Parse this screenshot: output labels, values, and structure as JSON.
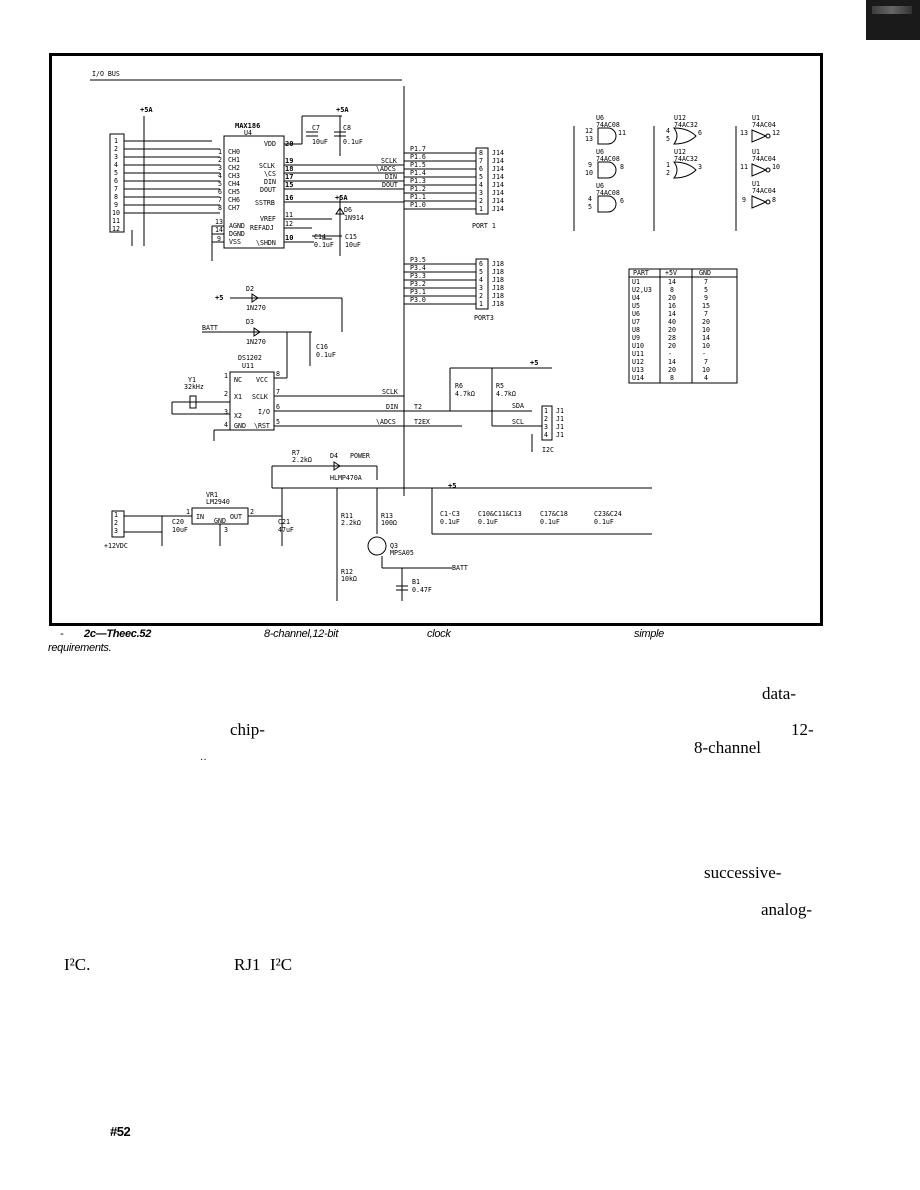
{
  "caption": {
    "label": "2c—Theec.52",
    "dash": "-",
    "parts": [
      "8-channel,12-bit",
      "clock",
      "simple"
    ],
    "line2": "requirements."
  },
  "body_fragments": [
    {
      "text": "data-"
    },
    {
      "text": "chip-"
    },
    {
      "text": "12-"
    },
    {
      "text": "8-channel"
    },
    {
      "text": "successive-"
    },
    {
      "text": "analog-"
    },
    {
      "text": "I²C."
    },
    {
      "text": "RJ1"
    },
    {
      "text": "I²C"
    }
  ],
  "page_number": "#52",
  "schematic": {
    "bus_title": "I/O BUS",
    "power_label": "+5A",
    "ja_pins": [
      "1",
      "2",
      "3",
      "4",
      "5",
      "6",
      "7",
      "8",
      "9",
      "10",
      "11",
      "12"
    ],
    "adc": {
      "name": "MAX186",
      "ref": "U4",
      "channels": [
        "CH0",
        "CH1",
        "CH2",
        "CH3",
        "CH4",
        "CH5",
        "CH6",
        "CH7"
      ],
      "channel_pins": [
        "1",
        "2",
        "3",
        "4",
        "5",
        "6",
        "7",
        "8"
      ],
      "right_pins": [
        {
          "num": "20",
          "name": "VDD"
        },
        {
          "num": "19",
          "name": "SCLK"
        },
        {
          "num": "18",
          "name": "\\CS"
        },
        {
          "num": "17",
          "name": "DIN"
        },
        {
          "num": "15",
          "name": "DOUT"
        },
        {
          "num": "16",
          "name": "SSTRB"
        },
        {
          "num": "11",
          "name": "VREF"
        },
        {
          "num": "12",
          "name": "REFADJ"
        },
        {
          "num": "10",
          "name": "\\SHDN"
        }
      ],
      "left_bottom": [
        {
          "num": "13",
          "name": "AGND"
        },
        {
          "num": "14",
          "name": "DGND"
        },
        {
          "num": "9",
          "name": "VSS"
        }
      ]
    },
    "caps_top": [
      {
        "ref": "C7",
        "val": "10uF"
      },
      {
        "ref": "C8",
        "val": "0.1uF"
      }
    ],
    "caps_mid": [
      {
        "ref": "C14",
        "val": "0.1uF"
      },
      {
        "ref": "C15",
        "val": "10uF"
      }
    ],
    "diode_d6": {
      "ref": "D6",
      "part": "1N914"
    },
    "port1_signals": [
      "SCLK",
      "\\ADCS",
      "DIN",
      "DOUT"
    ],
    "port1_lines": [
      "P1.7",
      "P1.6",
      "P1.5",
      "P1.4",
      "P1.3",
      "P1.2",
      "P1.1",
      "P1.0"
    ],
    "port1_pins": [
      "8",
      "7",
      "6",
      "5",
      "4",
      "3",
      "2",
      "1"
    ],
    "port1_conn": "J14",
    "port1_label": "PORT 1",
    "port3_lines": [
      "P3.5",
      "P3.4",
      "P3.3",
      "P3.2",
      "P3.1",
      "P3.0"
    ],
    "port3_pins": [
      "6",
      "5",
      "4",
      "3",
      "2",
      "1"
    ],
    "port3_conn": "J18",
    "port3_label": "PORT3",
    "gates": [
      {
        "ref": "U6",
        "part": "74AC08"
      },
      {
        "ref": "U6",
        "part": "74AC08"
      },
      {
        "ref": "U6",
        "part": "74AC08"
      },
      {
        "ref": "U12",
        "part": "74AC32"
      },
      {
        "ref": "U12",
        "part": "74AC32"
      },
      {
        "ref": "U1",
        "part": "74AC04"
      },
      {
        "ref": "U1",
        "part": "74AC04"
      },
      {
        "ref": "U1",
        "part": "74AC04"
      }
    ],
    "gate_pins": [
      "12",
      "13",
      "11",
      "9",
      "10",
      "8",
      "4",
      "5",
      "6",
      "4",
      "5",
      "6",
      "1",
      "2",
      "3",
      "13",
      "12",
      "11",
      "10",
      "9",
      "8"
    ],
    "power_table": {
      "headers": [
        "PART",
        "+5V",
        "GND"
      ],
      "rows": [
        [
          "U1",
          "14",
          "7"
        ],
        [
          "U2,U3",
          "8",
          "5"
        ],
        [
          "U4",
          "20",
          "9"
        ],
        [
          "U5",
          "16",
          "15"
        ],
        [
          "U6",
          "14",
          "7"
        ],
        [
          "U7",
          "40",
          "20"
        ],
        [
          "U8",
          "20",
          "10"
        ],
        [
          "U9",
          "28",
          "14"
        ],
        [
          "U10",
          "20",
          "10"
        ],
        [
          "U11",
          "-",
          "-"
        ],
        [
          "U12",
          "14",
          "7"
        ],
        [
          "U13",
          "20",
          "10"
        ],
        [
          "U14",
          "8",
          "4"
        ]
      ]
    },
    "diodes_batt": [
      {
        "ref": "D2",
        "part": "1N270",
        "net": "+5"
      },
      {
        "ref": "D3",
        "part": "1N270",
        "net": "BATT"
      }
    ],
    "cap_c16": {
      "ref": "C16",
      "val": "0.1uF"
    },
    "rtc": {
      "name": "DS1202",
      "ref": "U11",
      "pins_left": [
        {
          "num": "1",
          "name": "NC"
        },
        {
          "num": "2",
          "name": "X1"
        },
        {
          "num": "3",
          "name": "X2"
        },
        {
          "num": "4",
          "name": "GND"
        }
      ],
      "pins_right": [
        {
          "num": "8",
          "name": "VCC"
        },
        {
          "num": "7",
          "name": "SCLK"
        },
        {
          "num": "6",
          "name": "I/O"
        },
        {
          "num": "5",
          "name": "\\RST"
        }
      ]
    },
    "crystal": {
      "ref": "Y1",
      "val": "32kHz"
    },
    "rtc_nets": [
      "SCLK",
      "DIN",
      "\\ADCS",
      "T2",
      "T2EX"
    ],
    "pullups": [
      {
        "ref": "R6",
        "val": "4.7kΩ"
      },
      {
        "ref": "R5",
        "val": "4.7kΩ"
      }
    ],
    "i2c": {
      "sda": "SDA",
      "scl": "SCL",
      "conn": "J1",
      "pins": [
        "1",
        "2",
        "3",
        "4"
      ],
      "label": "I2C"
    },
    "power_led": {
      "r": "R7",
      "rval": "2.2kΩ",
      "d": "D4",
      "label": "POWER",
      "part": "HLMP470A"
    },
    "regulator": {
      "ref": "VR1",
      "part": "LM2940",
      "pins": [
        "1",
        "2",
        "3"
      ],
      "in": "IN",
      "out": "OUT",
      "gnd": "GND"
    },
    "input_conn": {
      "pins": [
        "1",
        "2",
        "3"
      ],
      "label": "+12VDC"
    },
    "caps_reg": [
      {
        "ref": "C20",
        "val": "10uF"
      },
      {
        "ref": "C21",
        "val": "47uF"
      }
    ],
    "decoupling": [
      {
        "ref": "C1-C3",
        "val": "0.1uF"
      },
      {
        "ref": "C10&C11&C13",
        "val": "0.1uF"
      },
      {
        "ref": "C17&C18",
        "val": "0.1uF"
      },
      {
        "ref": "C23&C24",
        "val": "0.1uF"
      }
    ],
    "resistors_batt": [
      {
        "ref": "R11",
        "val": "2.2kΩ"
      },
      {
        "ref": "R13",
        "val": "100Ω"
      },
      {
        "ref": "R12",
        "val": "10kΩ"
      }
    ],
    "transistor": {
      "ref": "Q3",
      "part": "MPSA05"
    },
    "battery": {
      "ref": "B1",
      "val": "0.47F",
      "net": "BATT"
    },
    "plus5": "+5"
  }
}
